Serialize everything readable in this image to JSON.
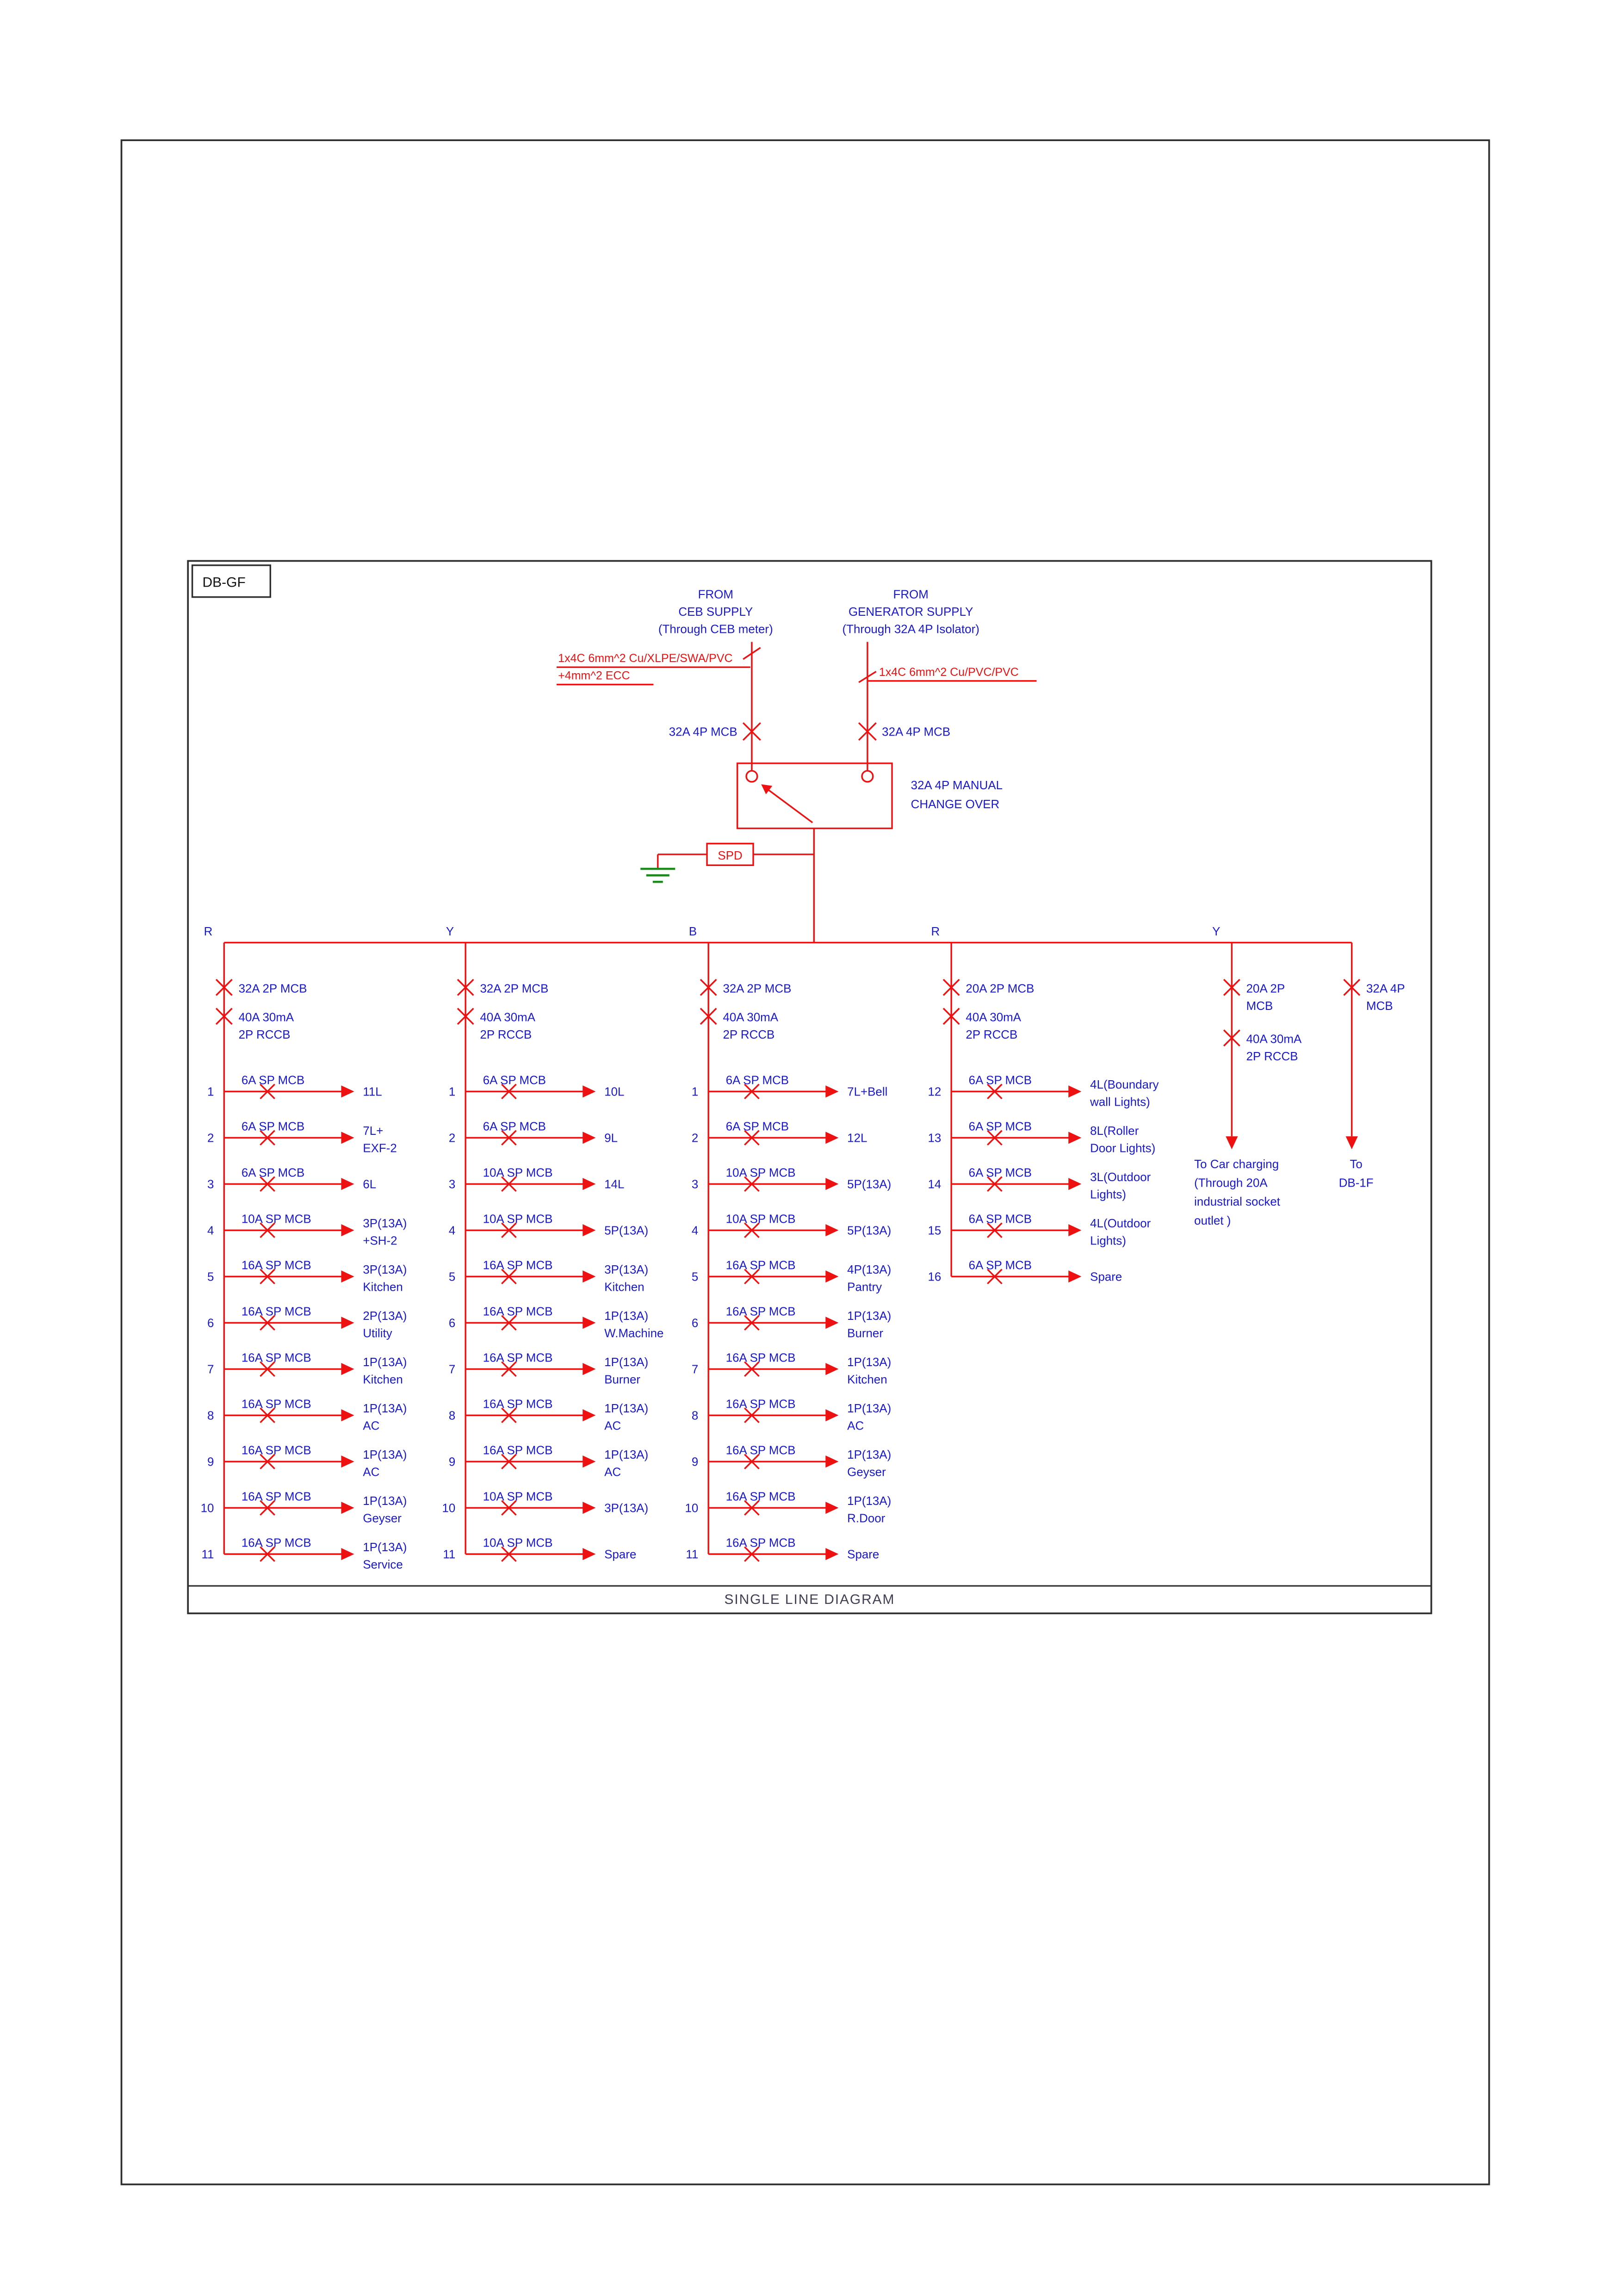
{
  "page": {
    "board_label": "DB-GF",
    "diagram_title": "SINGLE LINE DIAGRAM"
  },
  "colors": {
    "wire_red": "#ee1111",
    "label_blue": "#1818cf",
    "earth_green": "#1a8a1a",
    "frame_black": "#2e2e2e",
    "title_gray": "#3f3f52",
    "paper_white": "#ffffff"
  },
  "sources": [
    {
      "name_lines": [
        "FROM",
        "CEB SUPPLY",
        "(Through CEB meter)"
      ],
      "cable_lines": [
        "1x4C 6mm^2 Cu/XLPE/SWA/PVC",
        "+4mm^2 ECC"
      ],
      "breaker": "32A 4P MCB"
    },
    {
      "name_lines": [
        "FROM",
        "GENERATOR SUPPLY",
        "(Through 32A 4P Isolator)"
      ],
      "cable_lines": [
        "1x4C 6mm^2 Cu/PVC/PVC"
      ],
      "breaker": "32A 4P MCB"
    }
  ],
  "changeover_label_lines": [
    "32A 4P MANUAL",
    "CHANGE OVER"
  ],
  "spd_label": "SPD",
  "columns": [
    {
      "phase": "R",
      "main_lines": [
        "32A 2P MCB"
      ],
      "rccb_lines": [
        "40A 30mA",
        "2P RCCB"
      ],
      "circuits": [
        {
          "no": "1",
          "breaker": "6A SP MCB",
          "load_lines": [
            "11L"
          ]
        },
        {
          "no": "2",
          "breaker": "6A SP MCB",
          "load_lines": [
            "7L+",
            "EXF-2"
          ]
        },
        {
          "no": "3",
          "breaker": "6A SP MCB",
          "load_lines": [
            "6L"
          ]
        },
        {
          "no": "4",
          "breaker": "10A SP MCB",
          "load_lines": [
            "3P(13A)",
            "+SH-2"
          ]
        },
        {
          "no": "5",
          "breaker": "16A SP MCB",
          "load_lines": [
            "3P(13A)",
            "Kitchen"
          ]
        },
        {
          "no": "6",
          "breaker": "16A SP MCB",
          "load_lines": [
            "2P(13A)",
            "Utility"
          ]
        },
        {
          "no": "7",
          "breaker": "16A SP MCB",
          "load_lines": [
            "1P(13A)",
            "Kitchen"
          ]
        },
        {
          "no": "8",
          "breaker": "16A SP MCB",
          "load_lines": [
            "1P(13A)",
            "AC"
          ]
        },
        {
          "no": "9",
          "breaker": "16A SP MCB",
          "load_lines": [
            "1P(13A)",
            "AC"
          ]
        },
        {
          "no": "10",
          "breaker": "16A SP MCB",
          "load_lines": [
            "1P(13A)",
            "Geyser"
          ]
        },
        {
          "no": "11",
          "breaker": "16A SP MCB",
          "load_lines": [
            "1P(13A)",
            "Service"
          ]
        }
      ]
    },
    {
      "phase": "Y",
      "main_lines": [
        "32A 2P MCB"
      ],
      "rccb_lines": [
        "40A 30mA",
        "2P RCCB"
      ],
      "circuits": [
        {
          "no": "1",
          "breaker": "6A SP MCB",
          "load_lines": [
            "10L"
          ]
        },
        {
          "no": "2",
          "breaker": "6A SP MCB",
          "load_lines": [
            "9L"
          ]
        },
        {
          "no": "3",
          "breaker": "10A SP MCB",
          "load_lines": [
            "14L"
          ]
        },
        {
          "no": "4",
          "breaker": "10A SP MCB",
          "load_lines": [
            "5P(13A)"
          ]
        },
        {
          "no": "5",
          "breaker": "16A SP MCB",
          "load_lines": [
            "3P(13A)",
            "Kitchen"
          ]
        },
        {
          "no": "6",
          "breaker": "16A SP MCB",
          "load_lines": [
            "1P(13A)",
            "W.Machine"
          ]
        },
        {
          "no": "7",
          "breaker": "16A SP MCB",
          "load_lines": [
            "1P(13A)",
            "Burner"
          ]
        },
        {
          "no": "8",
          "breaker": "16A SP MCB",
          "load_lines": [
            "1P(13A)",
            "AC"
          ]
        },
        {
          "no": "9",
          "breaker": "16A SP MCB",
          "load_lines": [
            "1P(13A)",
            "AC"
          ]
        },
        {
          "no": "10",
          "breaker": "10A SP MCB",
          "load_lines": [
            "3P(13A)"
          ]
        },
        {
          "no": "11",
          "breaker": "10A SP MCB",
          "load_lines": [
            "Spare"
          ]
        }
      ]
    },
    {
      "phase": "B",
      "main_lines": [
        "32A 2P MCB"
      ],
      "rccb_lines": [
        "40A 30mA",
        "2P RCCB"
      ],
      "circuits": [
        {
          "no": "1",
          "breaker": "6A SP MCB",
          "load_lines": [
            "7L+Bell"
          ]
        },
        {
          "no": "2",
          "breaker": "6A SP MCB",
          "load_lines": [
            "12L"
          ]
        },
        {
          "no": "3",
          "breaker": "10A SP MCB",
          "load_lines": [
            "5P(13A)"
          ]
        },
        {
          "no": "4",
          "breaker": "10A SP MCB",
          "load_lines": [
            "5P(13A)"
          ]
        },
        {
          "no": "5",
          "breaker": "16A SP MCB",
          "load_lines": [
            "4P(13A)",
            "Pantry"
          ]
        },
        {
          "no": "6",
          "breaker": "16A SP MCB",
          "load_lines": [
            "1P(13A)",
            "Burner"
          ]
        },
        {
          "no": "7",
          "breaker": "16A SP MCB",
          "load_lines": [
            "1P(13A)",
            "Kitchen"
          ]
        },
        {
          "no": "8",
          "breaker": "16A SP MCB",
          "load_lines": [
            "1P(13A)",
            "AC"
          ]
        },
        {
          "no": "9",
          "breaker": "16A SP MCB",
          "load_lines": [
            "1P(13A)",
            "Geyser"
          ]
        },
        {
          "no": "10",
          "breaker": "16A SP MCB",
          "load_lines": [
            "1P(13A)",
            "R.Door"
          ]
        },
        {
          "no": "11",
          "breaker": "16A SP MCB",
          "load_lines": [
            "Spare"
          ]
        }
      ]
    },
    {
      "phase": "R",
      "main_lines": [
        "20A 2P MCB"
      ],
      "rccb_lines": [
        "40A 30mA",
        "2P RCCB"
      ],
      "circuits": [
        {
          "no": "12",
          "breaker": "6A SP MCB",
          "load_lines": [
            "4L(Boundary",
            "wall Lights)"
          ]
        },
        {
          "no": "13",
          "breaker": "6A SP MCB",
          "load_lines": [
            "8L(Roller",
            "Door Lights)"
          ]
        },
        {
          "no": "14",
          "breaker": "6A SP MCB",
          "load_lines": [
            "3L(Outdoor",
            "Lights)"
          ]
        },
        {
          "no": "15",
          "breaker": "6A SP MCB",
          "load_lines": [
            "4L(Outdoor",
            "Lights)"
          ]
        },
        {
          "no": "16",
          "breaker": "6A SP MCB",
          "load_lines": [
            "Spare"
          ]
        }
      ]
    }
  ],
  "tail_feeders": [
    {
      "phase": "Y",
      "main_lines": [
        "20A 2P",
        "MCB"
      ],
      "rccb_lines": [
        "40A 30mA",
        "2P RCCB"
      ],
      "dest_lines": [
        "To Car charging",
        "(Through 20A",
        "industrial socket",
        "outlet )"
      ],
      "dest_align": "left"
    },
    {
      "phase": "",
      "main_lines": [
        "32A 4P",
        "MCB"
      ],
      "rccb_lines": null,
      "dest_lines": [
        "To",
        "DB-1F"
      ],
      "dest_align": "center"
    }
  ]
}
